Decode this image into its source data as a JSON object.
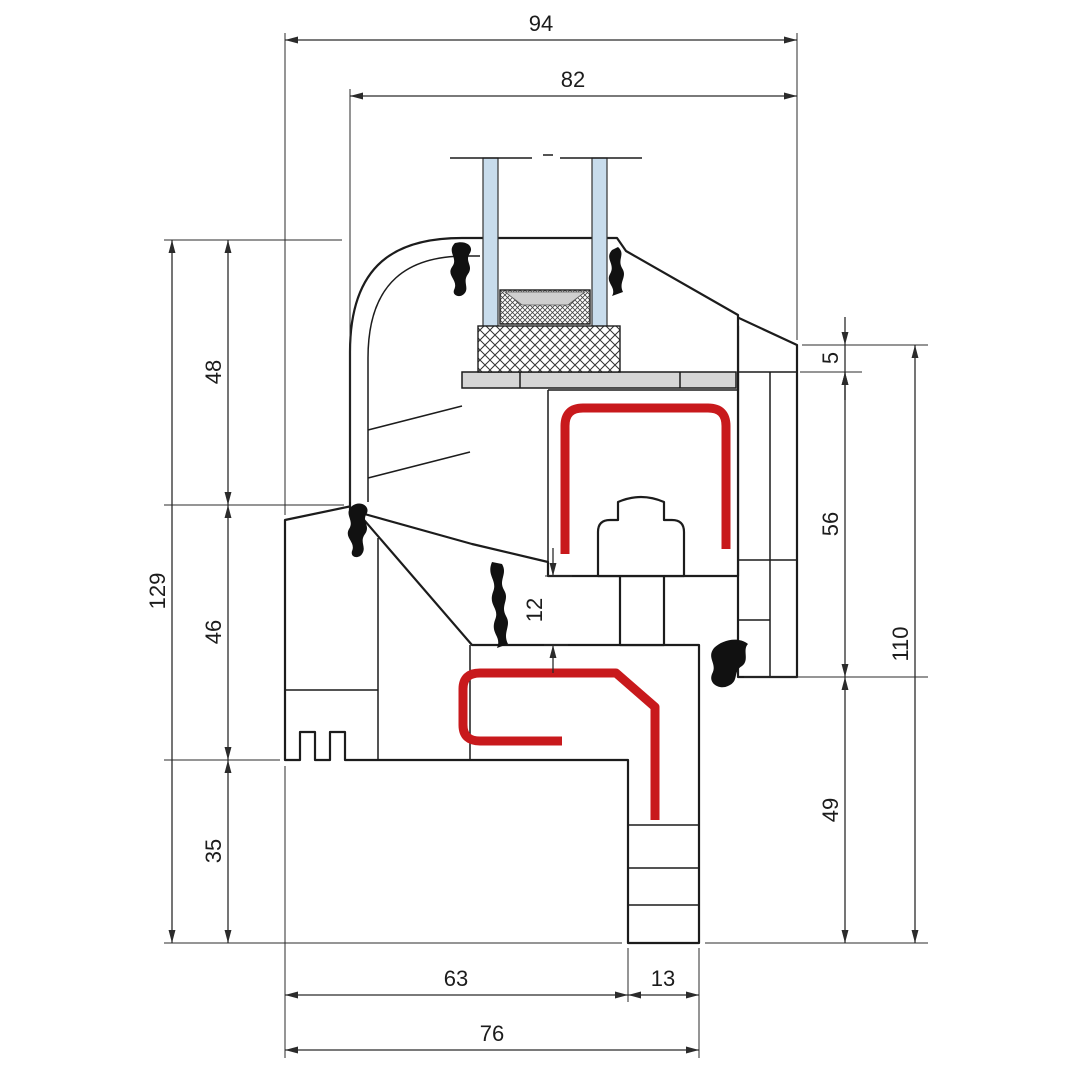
{
  "dimensions": {
    "top_overall": "94",
    "top_glazing": "82",
    "left_upper": "48",
    "left_middle": "46",
    "left_lower": "35",
    "left_total": "129",
    "right_top_offset": "5",
    "right_upper": "56",
    "right_lower": "49",
    "right_total": "110",
    "center_gap": "12",
    "bottom_left": "63",
    "bottom_right": "13",
    "bottom_total": "76"
  },
  "colors": {
    "line": "#1c1c1c",
    "steel_reinforcement": "#c8191c",
    "glass": "#c8dcec",
    "packer_gray": "#d6d6d6",
    "butyl_gray": "#cfcfcf",
    "gasket_black": "#111111",
    "background": "#ffffff"
  }
}
